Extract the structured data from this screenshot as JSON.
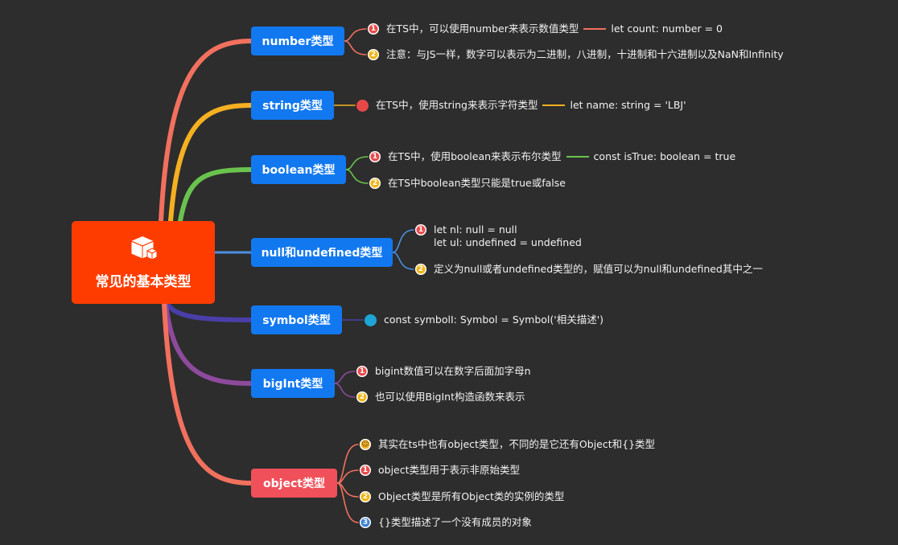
{
  "root": {
    "title": "常见的基本类型",
    "icon": "cube-icon"
  },
  "topics": [
    {
      "id": "number",
      "label": "number类型",
      "color": "#1278f0",
      "branch_color": "#f2705e",
      "leaves": [
        {
          "badge": "1",
          "text": "在TS中，可以使用number来表示数值类型",
          "code": "let count: number = 0",
          "connector_color": "#f2705e"
        },
        {
          "badge": "2",
          "text": "注意：与JS一样，数字可以表示为二进制，八进制，十进制和十六进制以及NaN和Infinity"
        }
      ]
    },
    {
      "id": "string",
      "label": "string类型",
      "color": "#1278f0",
      "branch_color": "#f5b021",
      "leaves": [
        {
          "badge": "",
          "text": "在TS中，使用string来表示字符类型",
          "code": "let name: string = 'LBJ'",
          "connector_color": "#f5b021"
        }
      ]
    },
    {
      "id": "boolean",
      "label": "boolean类型",
      "color": "#1278f0",
      "branch_color": "#6ac34e",
      "leaves": [
        {
          "badge": "1",
          "text": "在TS中，使用boolean来表示布尔类型",
          "code": "const isTrue: boolean = true",
          "connector_color": "#6ac34e"
        },
        {
          "badge": "2",
          "text": "在TS中boolean类型只能是true或false"
        }
      ]
    },
    {
      "id": "null-undefined",
      "label": "null和undefined类型",
      "color": "#1278f0",
      "branch_color": "#4c8fe0",
      "leaves": [
        {
          "badge": "1",
          "lines": [
            "let nl: null = null",
            "let ul: undefined = undefined"
          ]
        },
        {
          "badge": "2",
          "text": "定义为null或者undefined类型的，赋值可以为null和undefined其中之一"
        }
      ]
    },
    {
      "id": "symbol",
      "label": "symbol类型",
      "color": "#1278f0",
      "branch_color": "#4a3ea8",
      "leaves": [
        {
          "badge": "",
          "text": "const symbolI: Symbol = Symbol('相关描述')"
        }
      ]
    },
    {
      "id": "bigint",
      "label": "bigInt类型",
      "color": "#1278f0",
      "branch_color": "#8e4a9c",
      "leaves": [
        {
          "badge": "1",
          "text": "bigint数值可以在数字后面加字母n"
        },
        {
          "badge": "2",
          "text": "也可以使用BigInt构造函数来表示"
        }
      ]
    },
    {
      "id": "object",
      "label": "object类型",
      "color": "#f0505a",
      "branch_color": "#f2705e",
      "leaves": [
        {
          "badge": "😄",
          "text": "其实在ts中也有object类型，不同的是它还有Object和{}类型"
        },
        {
          "badge": "1",
          "text": "object类型用于表示非原始类型"
        },
        {
          "badge": "2",
          "text": "Object类型是所有Object类的实例的类型"
        },
        {
          "badge": "3",
          "text": "{}类型描述了一个没有成员的对象"
        }
      ]
    }
  ]
}
